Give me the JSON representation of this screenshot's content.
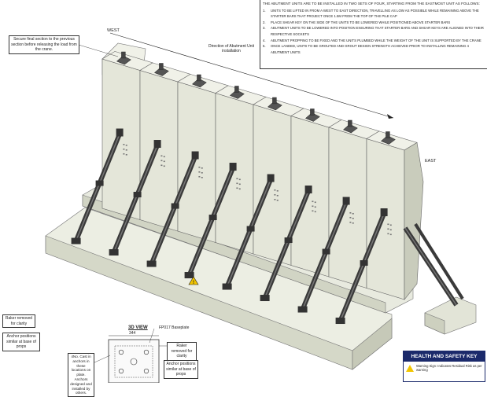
{
  "notes": {
    "heading": "THE ABUTMENT UNITS ARE TO BE INSTALLED IN TWO SETS OF FOUR, STARTING FROM THE EASTMOST UNIT AS FOLLOWS:",
    "items": [
      {
        "num": "1.",
        "text": "UNITS TO BE LIFTED IN FROM A WEST TO EAST DIRECTION, TRAVELLING AS LOW AS POSSIBLE WHILE REMAINING ABOVE THE STARTER BARS THAT PROJECT ONCE 1.5M FROM THE TOP OF THE PILE CAP"
      },
      {
        "num": "2.",
        "text": "PLACE SHEAR KEY ON THE SIDE OF THE UNITS TO BE LOWERED WHILE POSITIONED ABOVE STARTER BARS"
      },
      {
        "num": "3.",
        "text": "ABUTMENT UNITS TO BE LOWERED INTO POSITION ENSURING THAT STARTER BARS AND SHEAR KEYS ARE ALIGNED INTO THEIR RESPECTIVE SOCKETS"
      },
      {
        "num": "4.",
        "text": "ABUTMENT PROPPING TO BE FIXED AND THE UNITS PLUMBED WHILE THE WEIGHT OF THE UNIT IS SUPPORTED BY THE CRANE"
      },
      {
        "num": "5.",
        "text": "ONCE LANDED, UNITS TO BE GROUTED AND GROUT DESIGN STRENGTH ACHIEVED PRIOR TO INSTALLING REMAINING 4 ABUTMENT UNITS"
      }
    ]
  },
  "callouts": {
    "secure": "Secure final section to the previous section before releasing the load from the crane.",
    "raker_left": "Raker removed for clarity",
    "anchor_left": "Anchor positions similar at base of props",
    "raker_right": "Raker removed for clarity",
    "anchor_right": "Anchor positions similar at base of props",
    "cast_in": "4No. Cast in anchors in these locations on plate. Anchors designed and installed by others."
  },
  "labels": {
    "west": "WEST",
    "east": "EAST",
    "direction": "Direction of Abutment Unit installation",
    "view": "3D VIEW",
    "dimension": "344",
    "baseplate": "FP017 Baseplate"
  },
  "key": {
    "title": "HEALTH AND SAFETY KEY",
    "warning": "Warning Sign: Indicates Residual Risk as per warning"
  },
  "colors": {
    "concrete_face": "#e4e6d9",
    "concrete_side": "#c9ccbc",
    "concrete_top": "#f0f1e8",
    "prop": "#3a3a3a",
    "warning": "#f2c500",
    "key_header": "#1b2a6b"
  },
  "icons": [
    "warning-triangle-icon",
    "crane-lifting-plate-icon",
    "raking-prop-icon"
  ],
  "drawing": {
    "unit_count": 8,
    "prop_count": 8
  }
}
